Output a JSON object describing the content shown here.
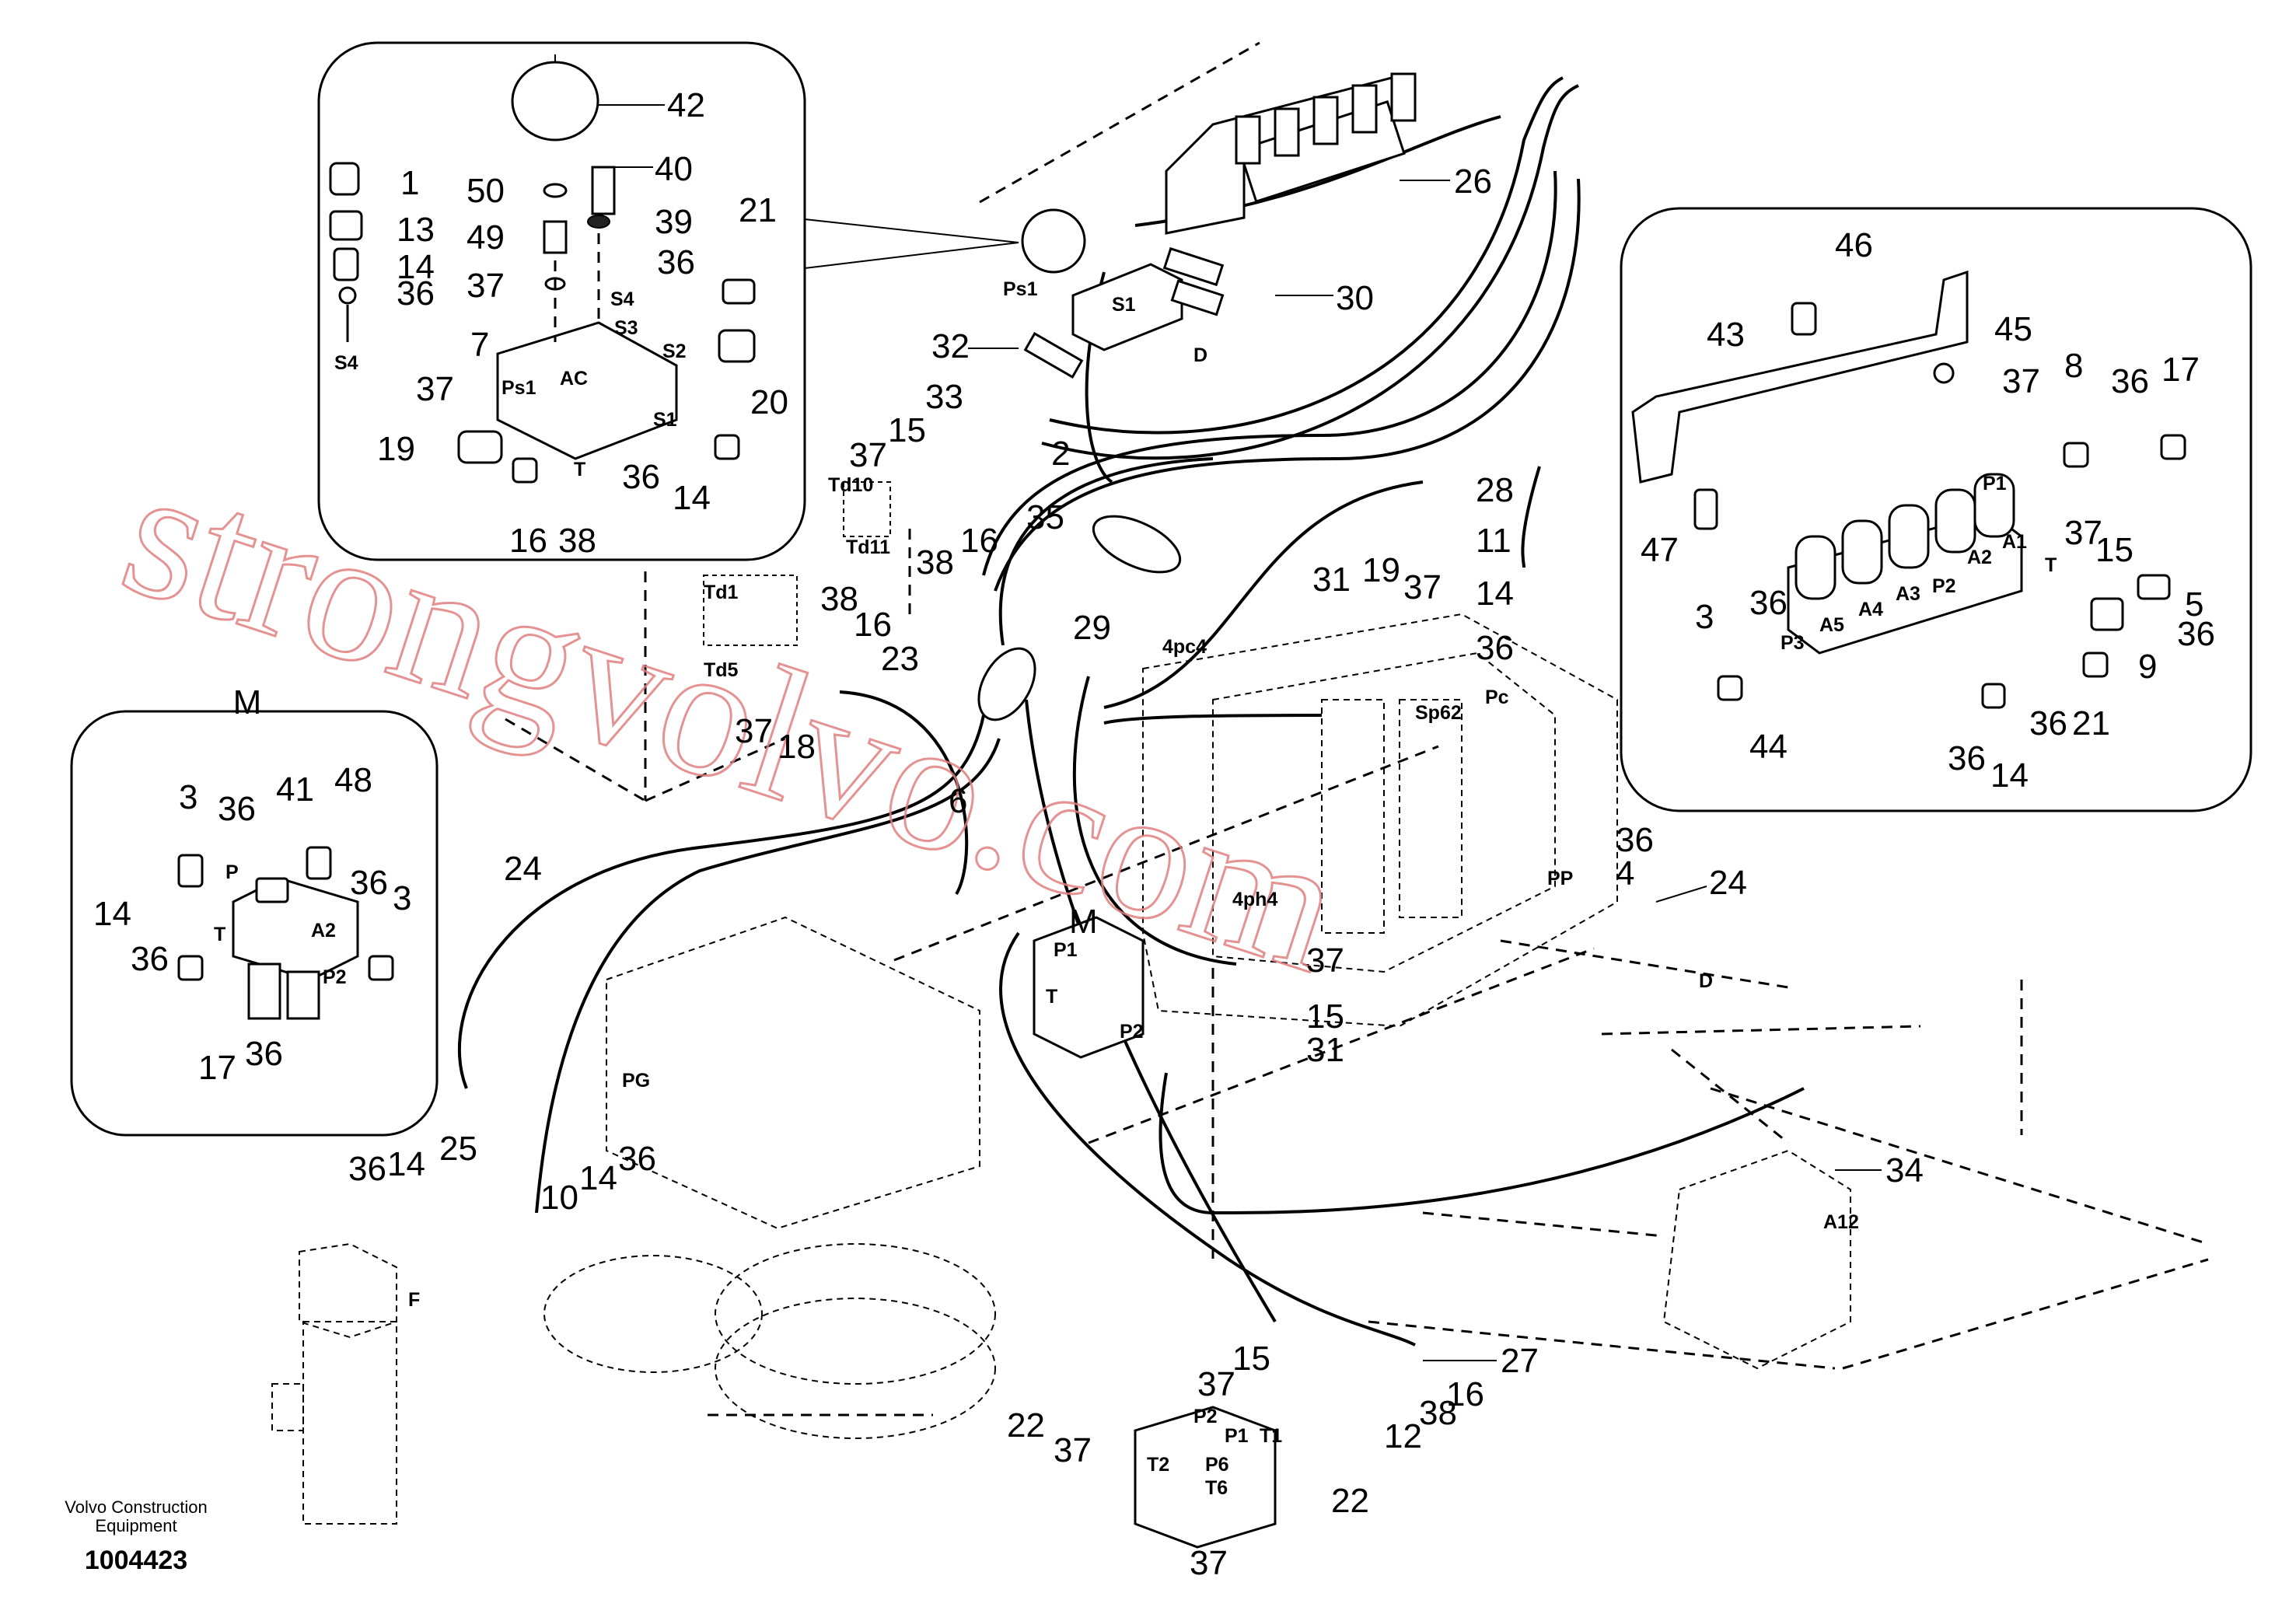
{
  "footer": {
    "publisher_line1": "Volvo Construction",
    "publisher_line2": "Equipment",
    "drawing_number": "1004423"
  },
  "watermark": "strongvolvo.com",
  "detail_m": {
    "title": "M"
  },
  "colors": {
    "watermark": "#e08080",
    "line": "#000000"
  },
  "callouts": {
    "tl_42": "42",
    "tl_40": "40",
    "tl_50": "50",
    "tl_39": "39",
    "tl_1": "1",
    "tl_13": "13",
    "tl_49": "49",
    "tl_21": "21",
    "tl_14a": "14",
    "tl_37": "37",
    "tl_36a": "36",
    "tl_36b": "36",
    "tl_7": "7",
    "tl_20": "20",
    "tl_37b": "37",
    "tl_19": "19",
    "tl_36c": "36",
    "tl_14b": "14",
    "tl_16": "16",
    "tl_38": "38",
    "m_3a": "3",
    "m_36a": "36",
    "m_41": "41",
    "m_48": "48",
    "m_36b": "36",
    "m_3b": "3",
    "m_14": "14",
    "m_36c": "36",
    "m_17": "17",
    "m_36d": "36",
    "tr_46": "46",
    "tr_43": "43",
    "tr_45": "45",
    "tr_37a": "37",
    "tr_8": "8",
    "tr_36a": "36",
    "tr_17": "17",
    "tr_47": "47",
    "tr_37b": "37",
    "tr_15": "15",
    "tr_5": "5",
    "tr_3": "3",
    "tr_36b": "36",
    "tr_36c": "36",
    "tr_9": "9",
    "tr_36d": "36",
    "tr_21": "21",
    "tr_44": "44",
    "tr_36e": "36",
    "tr_14": "14",
    "c_26": "26",
    "c_30": "30",
    "c_32": "32",
    "c_33": "33",
    "c_15a": "15",
    "c_37a": "37",
    "c_35": "35",
    "c_16a": "16",
    "c_38a": "38",
    "c_2": "2",
    "c_28": "28",
    "c_11": "11",
    "c_14a": "14",
    "c_36a": "36",
    "c_31a": "31",
    "c_19": "19",
    "c_37b": "37",
    "c_38b": "38",
    "c_16b": "16",
    "c_23": "23",
    "c_37c": "37",
    "c_18": "18",
    "c_29": "29",
    "c_6": "6",
    "c_36b": "36",
    "c_4": "4",
    "c_24a": "24",
    "c_24b": "24",
    "c_37d": "37",
    "c_15b": "15",
    "c_31b": "31",
    "c_M": "M",
    "c_10": "10",
    "c_14b": "14",
    "c_36c": "36",
    "c_36d": "36",
    "c_14c": "14",
    "c_25": "25",
    "c_34": "34",
    "c_27": "27",
    "c_16c": "16",
    "c_15c": "15",
    "c_37e": "37",
    "c_22a": "22",
    "c_12": "12",
    "c_38c": "38",
    "c_37f": "37",
    "c_22b": "22",
    "c_37g": "37"
  },
  "ports": {
    "p_S4a": "S4",
    "p_S4b": "S4",
    "p_S3": "S3",
    "p_S2": "S2",
    "p_AC": "AC",
    "p_Ps1": "Ps1",
    "p_S1": "S1",
    "p_T": "T",
    "p_m_P": "P",
    "p_m_T": "T",
    "p_m_A2": "A2",
    "p_m_P2": "P2",
    "p_tr_P1": "P1",
    "p_tr_A1": "A1",
    "p_tr_A2": "A2",
    "p_tr_P2": "P2",
    "p_tr_A3": "A3",
    "p_tr_A4": "A4",
    "p_tr_A5": "A5",
    "p_tr_P3": "P3",
    "p_tr_T": "T",
    "p_Ps1c": "Ps1",
    "p_S1c": "S1",
    "p_D1": "D",
    "p_D2": "D",
    "p_Td10": "Td10",
    "p_Td11": "Td11",
    "p_Td1": "Td1",
    "p_Td5": "Td5",
    "p_4pc4": "4pc4",
    "p_Sp62": "Sp62",
    "p_Pc": "Pc",
    "p_Pp": "PP",
    "p_4ph4": "4ph4",
    "p_PG": "PG",
    "p_F": "F",
    "p_A12": "A12",
    "p_P1c": "P1",
    "p_Tc": "T",
    "p_P2c": "P2",
    "p_P2b": "P2",
    "p_T1": "T1",
    "p_P1b": "P1",
    "p_T2": "T2",
    "p_P6": "P6",
    "p_T6": "T6"
  }
}
